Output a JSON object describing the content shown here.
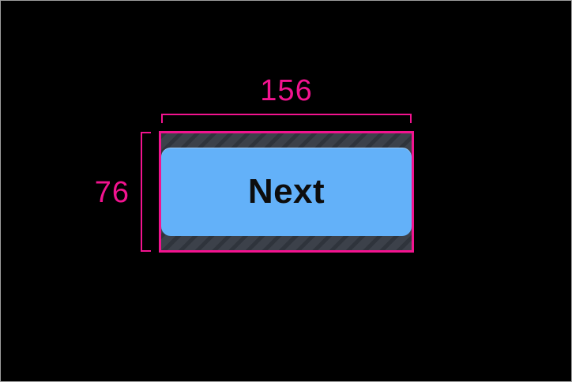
{
  "annotations": {
    "width_label": "156",
    "height_label": "76"
  },
  "button": {
    "label": "Next"
  },
  "colors": {
    "background": "#000000",
    "frame-border": "#9e9e9e",
    "accent-pink": "#f2138f",
    "button-blue": "#63b1f9",
    "button-text": "#0d0d0d",
    "hatch-bg": "#3c414a",
    "hatch-stripe": "#2f343c"
  }
}
